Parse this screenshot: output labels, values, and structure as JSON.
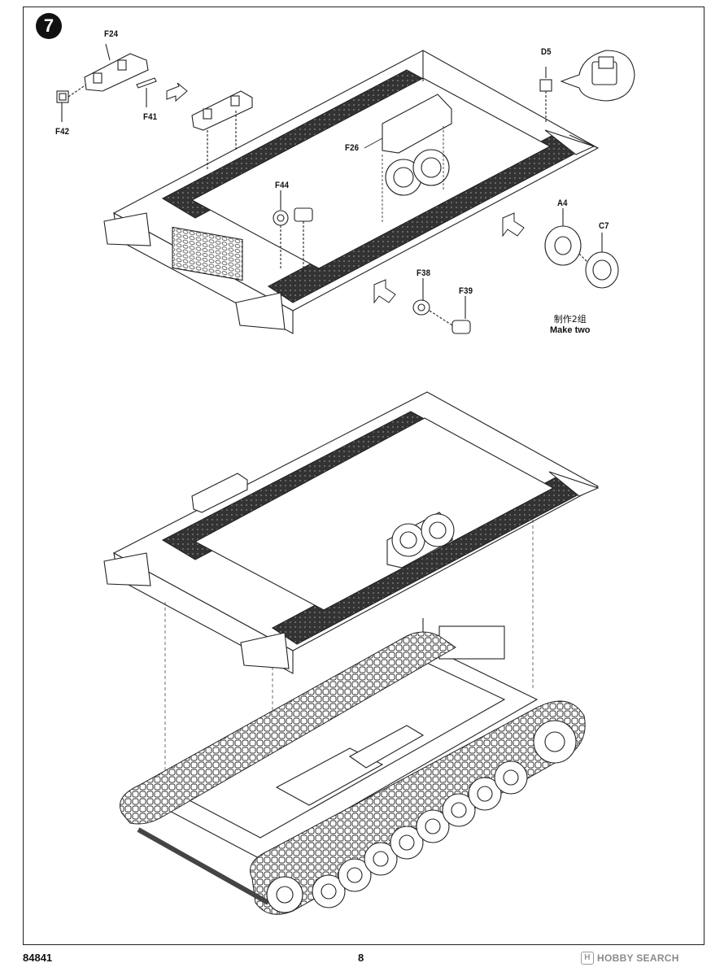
{
  "step": {
    "number": "7"
  },
  "parts": {
    "F24": "F24",
    "F41": "F41",
    "F42": "F42",
    "F26": "F26",
    "D5": "D5",
    "F44": "F44",
    "A4": "A4",
    "C7": "C7",
    "F38": "F38",
    "F39": "F39"
  },
  "note": {
    "zh": "制作2组",
    "en": "Make two"
  },
  "footer": {
    "code": "84841",
    "page": "8",
    "watermark": "HOBBY SEARCH",
    "watermark_logo": "H"
  }
}
